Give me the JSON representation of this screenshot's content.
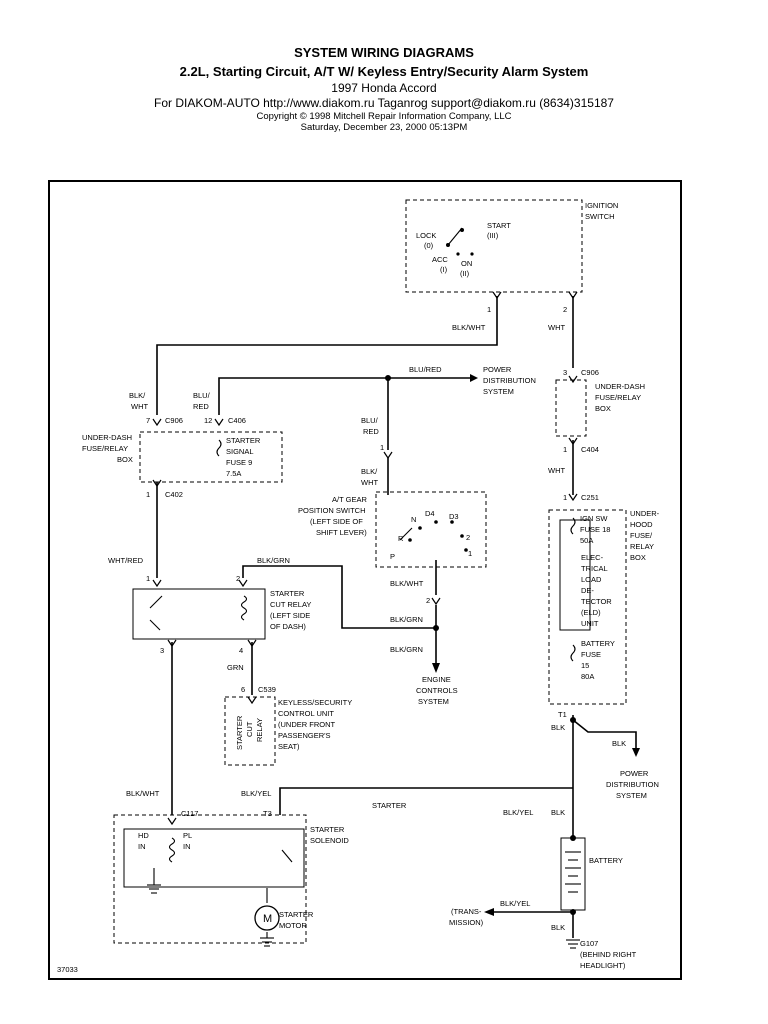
{
  "header": {
    "title": "SYSTEM WIRING DIAGRAMS",
    "subtitle": "2.2L, Starting Circuit, A/T W/ Keyless Entry/Security Alarm System",
    "vehicle": "1997 Honda Accord",
    "distributor": "For DIAKOM-AUTO http://www.diakom.ru Taganrog support@diakom.ru (8634)315187",
    "copyright": "Copyright © 1998 Mitchell Repair Information Company, LLC",
    "date": "Saturday, December 23, 2000  05:13PM"
  },
  "diagram": {
    "figure_number": "37033",
    "ignition_switch": {
      "label": [
        "IGNITION",
        "SWITCH"
      ],
      "start": [
        "START",
        "(III)"
      ],
      "lock": [
        "LOCK",
        "(0)"
      ],
      "acc": [
        "ACC",
        "(I)"
      ],
      "on": [
        "ON",
        "(II)"
      ],
      "pin1": "1",
      "pin2": "2"
    },
    "wires": {
      "blk_wht": "BLK/WHT",
      "wht": "WHT",
      "blu_red": "BLU/RED",
      "blk_wht_split": [
        "BLK/",
        "WHT"
      ],
      "blu_red_split": [
        "BLU/",
        "RED"
      ],
      "blu_red_split2": [
        "BLU/",
        "RED"
      ],
      "blk_wht_split2": [
        "BLK/",
        "WHT"
      ],
      "wht_red": "WHT/RED",
      "blk_grn": "BLK/GRN",
      "grn": "GRN",
      "blk_yel": "BLK/YEL",
      "blk": "BLK"
    },
    "power_distribution": [
      "POWER",
      "DISTRIBUTION",
      "SYSTEM"
    ],
    "underdash_left": [
      "UNDER-DASH",
      "FUSE/RELAY",
      "BOX"
    ],
    "underdash_right": [
      "UNDER-DASH",
      "FUSE/RELAY",
      "BOX"
    ],
    "starter_signal_fuse": [
      "STARTER",
      "SIGNAL",
      "FUSE 9",
      "7.5A"
    ],
    "connectors": {
      "c906": "C906",
      "c406": "C406",
      "c402": "C402",
      "c404": "C404",
      "c251": "C251",
      "c539": "C539",
      "c117": "C117",
      "t1": "T1",
      "t3": "T3",
      "g107": "G107",
      "g107_note": [
        "(BEHIND RIGHT",
        "HEADLIGHT)"
      ]
    },
    "pins": {
      "p7": "7",
      "p12": "12",
      "p1": "1",
      "p2": "2",
      "p3": "3",
      "p4": "4",
      "p6": "6"
    },
    "gear_switch": {
      "label": [
        "A/T GEAR",
        "POSITION SWITCH",
        "(LEFT SIDE OF",
        "SHIFT LEVER)"
      ],
      "positions": [
        "N",
        "D4",
        "D3",
        "R",
        "2",
        "P",
        "1"
      ]
    },
    "starter_cut_relay": [
      "STARTER",
      "CUT RELAY",
      "(LEFT SIDE",
      "OF DASH)"
    ],
    "engine_controls": [
      "ENGINE",
      "CONTROLS",
      "SYSTEM"
    ],
    "keyless_unit": [
      "KEYLESS/SECURITY",
      "CONTROL UNIT",
      "(UNDER FRONT",
      "PASSENGER'S",
      "SEAT)"
    ],
    "starter_cut_relay_vertical": [
      "STARTER",
      "CUT",
      "RELAY"
    ],
    "underhood_box": [
      "UNDER-",
      "HOOD",
      "FUSE/",
      "RELAY",
      "BOX"
    ],
    "ign_fuse": [
      "IGN SW",
      "FUSE 18",
      "50A"
    ],
    "eld": [
      "ELEC-",
      "TRICAL",
      "LOAD",
      "DE-",
      "TECTOR",
      "(ELD)",
      "UNIT"
    ],
    "battery_fuse": [
      "BATTERY",
      "FUSE",
      "15",
      "80A"
    ],
    "starter_label": "STARTER",
    "solenoid": [
      "STARTER",
      "SOLENOID"
    ],
    "hd_in": [
      "HD",
      "IN"
    ],
    "pl_in": [
      "PL",
      "IN"
    ],
    "motor": [
      "STARTER",
      "MOTOR"
    ],
    "motor_symbol": "M",
    "battery": "BATTERY",
    "transmission": [
      "(TRANS-",
      "MISSION)"
    ]
  }
}
